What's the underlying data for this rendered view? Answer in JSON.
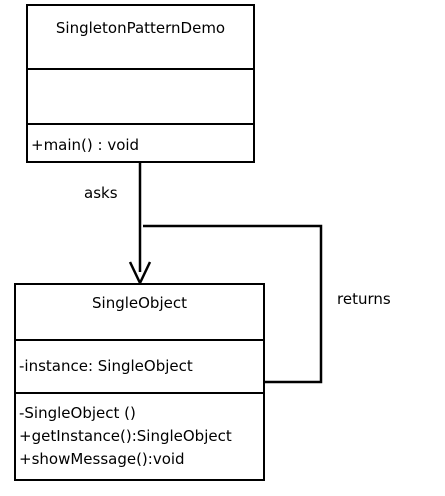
{
  "classes": {
    "demo": {
      "name": "SingletonPatternDemo",
      "attributes": [],
      "operations": [
        "+main() : void"
      ]
    },
    "single_object": {
      "name": "SingleObject",
      "attributes": [
        "-instance: SingleObject"
      ],
      "operations": [
        "-SingleObject ()",
        "+getInstance():SingleObject",
        "+showMessage():void"
      ]
    }
  },
  "relations": {
    "asks": "asks",
    "returns": "returns"
  }
}
